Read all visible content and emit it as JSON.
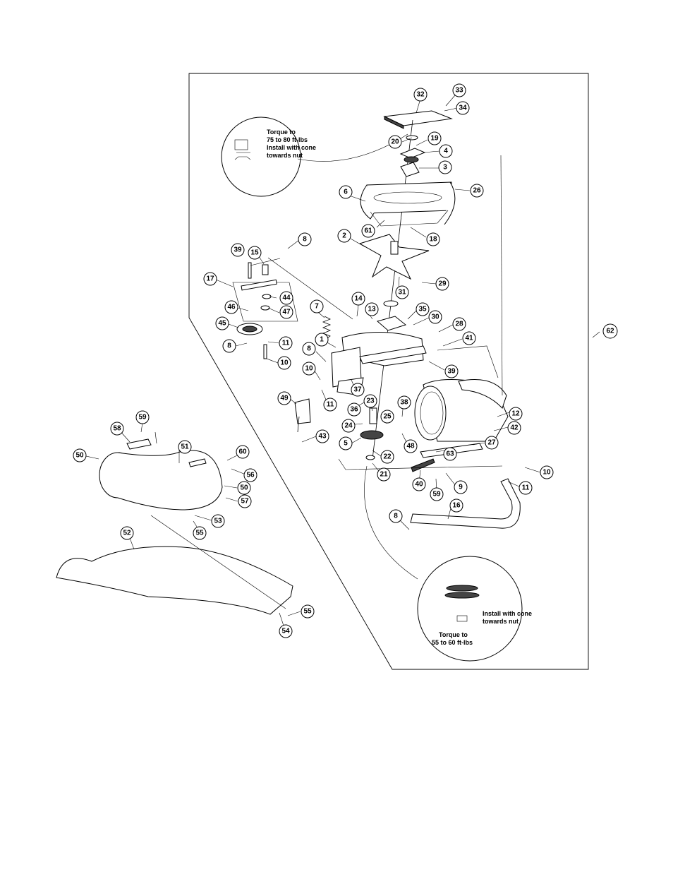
{
  "notes": {
    "upper_torque": "Torque to",
    "upper_torque_value": "75 to 80 ft-lbs",
    "upper_install": "Install with cone",
    "upper_install_2": "towards nut",
    "lower_install": "Install with cone",
    "lower_install_2": "towards nut",
    "lower_torque": "Torque to",
    "lower_torque_value": "55 to 60 ft-lbs"
  },
  "callouts": [
    {
      "id": "c32",
      "label": "32"
    },
    {
      "id": "c33",
      "label": "33"
    },
    {
      "id": "c34",
      "label": "34"
    },
    {
      "id": "c20",
      "label": "20"
    },
    {
      "id": "c19",
      "label": "19"
    },
    {
      "id": "c4",
      "label": "4"
    },
    {
      "id": "c3",
      "label": "3"
    },
    {
      "id": "c6",
      "label": "6"
    },
    {
      "id": "c26",
      "label": "26"
    },
    {
      "id": "c61",
      "label": "61"
    },
    {
      "id": "c18",
      "label": "18"
    },
    {
      "id": "c2",
      "label": "2"
    },
    {
      "id": "c8a",
      "label": "8"
    },
    {
      "id": "c39a",
      "label": "39"
    },
    {
      "id": "c15",
      "label": "15"
    },
    {
      "id": "c17",
      "label": "17"
    },
    {
      "id": "c44",
      "label": "44"
    },
    {
      "id": "c47",
      "label": "47"
    },
    {
      "id": "c46",
      "label": "46"
    },
    {
      "id": "c45",
      "label": "45"
    },
    {
      "id": "c11a",
      "label": "11"
    },
    {
      "id": "c8b",
      "label": "8"
    },
    {
      "id": "c10a",
      "label": "10"
    },
    {
      "id": "c29",
      "label": "29"
    },
    {
      "id": "c31",
      "label": "31"
    },
    {
      "id": "c7",
      "label": "7"
    },
    {
      "id": "c14",
      "label": "14"
    },
    {
      "id": "c13",
      "label": "13"
    },
    {
      "id": "c35",
      "label": "35"
    },
    {
      "id": "c30",
      "label": "30"
    },
    {
      "id": "c28",
      "label": "28"
    },
    {
      "id": "c41",
      "label": "41"
    },
    {
      "id": "c62",
      "label": "62"
    },
    {
      "id": "c1",
      "label": "1"
    },
    {
      "id": "c8c",
      "label": "8"
    },
    {
      "id": "c39b",
      "label": "39"
    },
    {
      "id": "c10b",
      "label": "10"
    },
    {
      "id": "c11b",
      "label": "11"
    },
    {
      "id": "c37",
      "label": "37"
    },
    {
      "id": "c49",
      "label": "49"
    },
    {
      "id": "c36",
      "label": "36"
    },
    {
      "id": "c23",
      "label": "23"
    },
    {
      "id": "c38",
      "label": "38"
    },
    {
      "id": "c12",
      "label": "12"
    },
    {
      "id": "c24",
      "label": "24"
    },
    {
      "id": "c25",
      "label": "25"
    },
    {
      "id": "c42",
      "label": "42"
    },
    {
      "id": "c43",
      "label": "43"
    },
    {
      "id": "c48",
      "label": "48"
    },
    {
      "id": "c5",
      "label": "5"
    },
    {
      "id": "c22",
      "label": "22"
    },
    {
      "id": "c27",
      "label": "27"
    },
    {
      "id": "c63",
      "label": "63"
    },
    {
      "id": "c21",
      "label": "21"
    },
    {
      "id": "c10c",
      "label": "10"
    },
    {
      "id": "c40",
      "label": "40"
    },
    {
      "id": "c9",
      "label": "9"
    },
    {
      "id": "c11c",
      "label": "11"
    },
    {
      "id": "c59a",
      "label": "59"
    },
    {
      "id": "c16",
      "label": "16"
    },
    {
      "id": "c8d",
      "label": "8"
    },
    {
      "id": "c59b",
      "label": "59"
    },
    {
      "id": "c58",
      "label": "58"
    },
    {
      "id": "c51",
      "label": "51"
    },
    {
      "id": "c60",
      "label": "60"
    },
    {
      "id": "c50a",
      "label": "50"
    },
    {
      "id": "c56",
      "label": "56"
    },
    {
      "id": "c50b",
      "label": "50"
    },
    {
      "id": "c57",
      "label": "57"
    },
    {
      "id": "c53",
      "label": "53"
    },
    {
      "id": "c55a",
      "label": "55"
    },
    {
      "id": "c52",
      "label": "52"
    },
    {
      "id": "c55b",
      "label": "55"
    },
    {
      "id": "c54",
      "label": "54"
    }
  ]
}
